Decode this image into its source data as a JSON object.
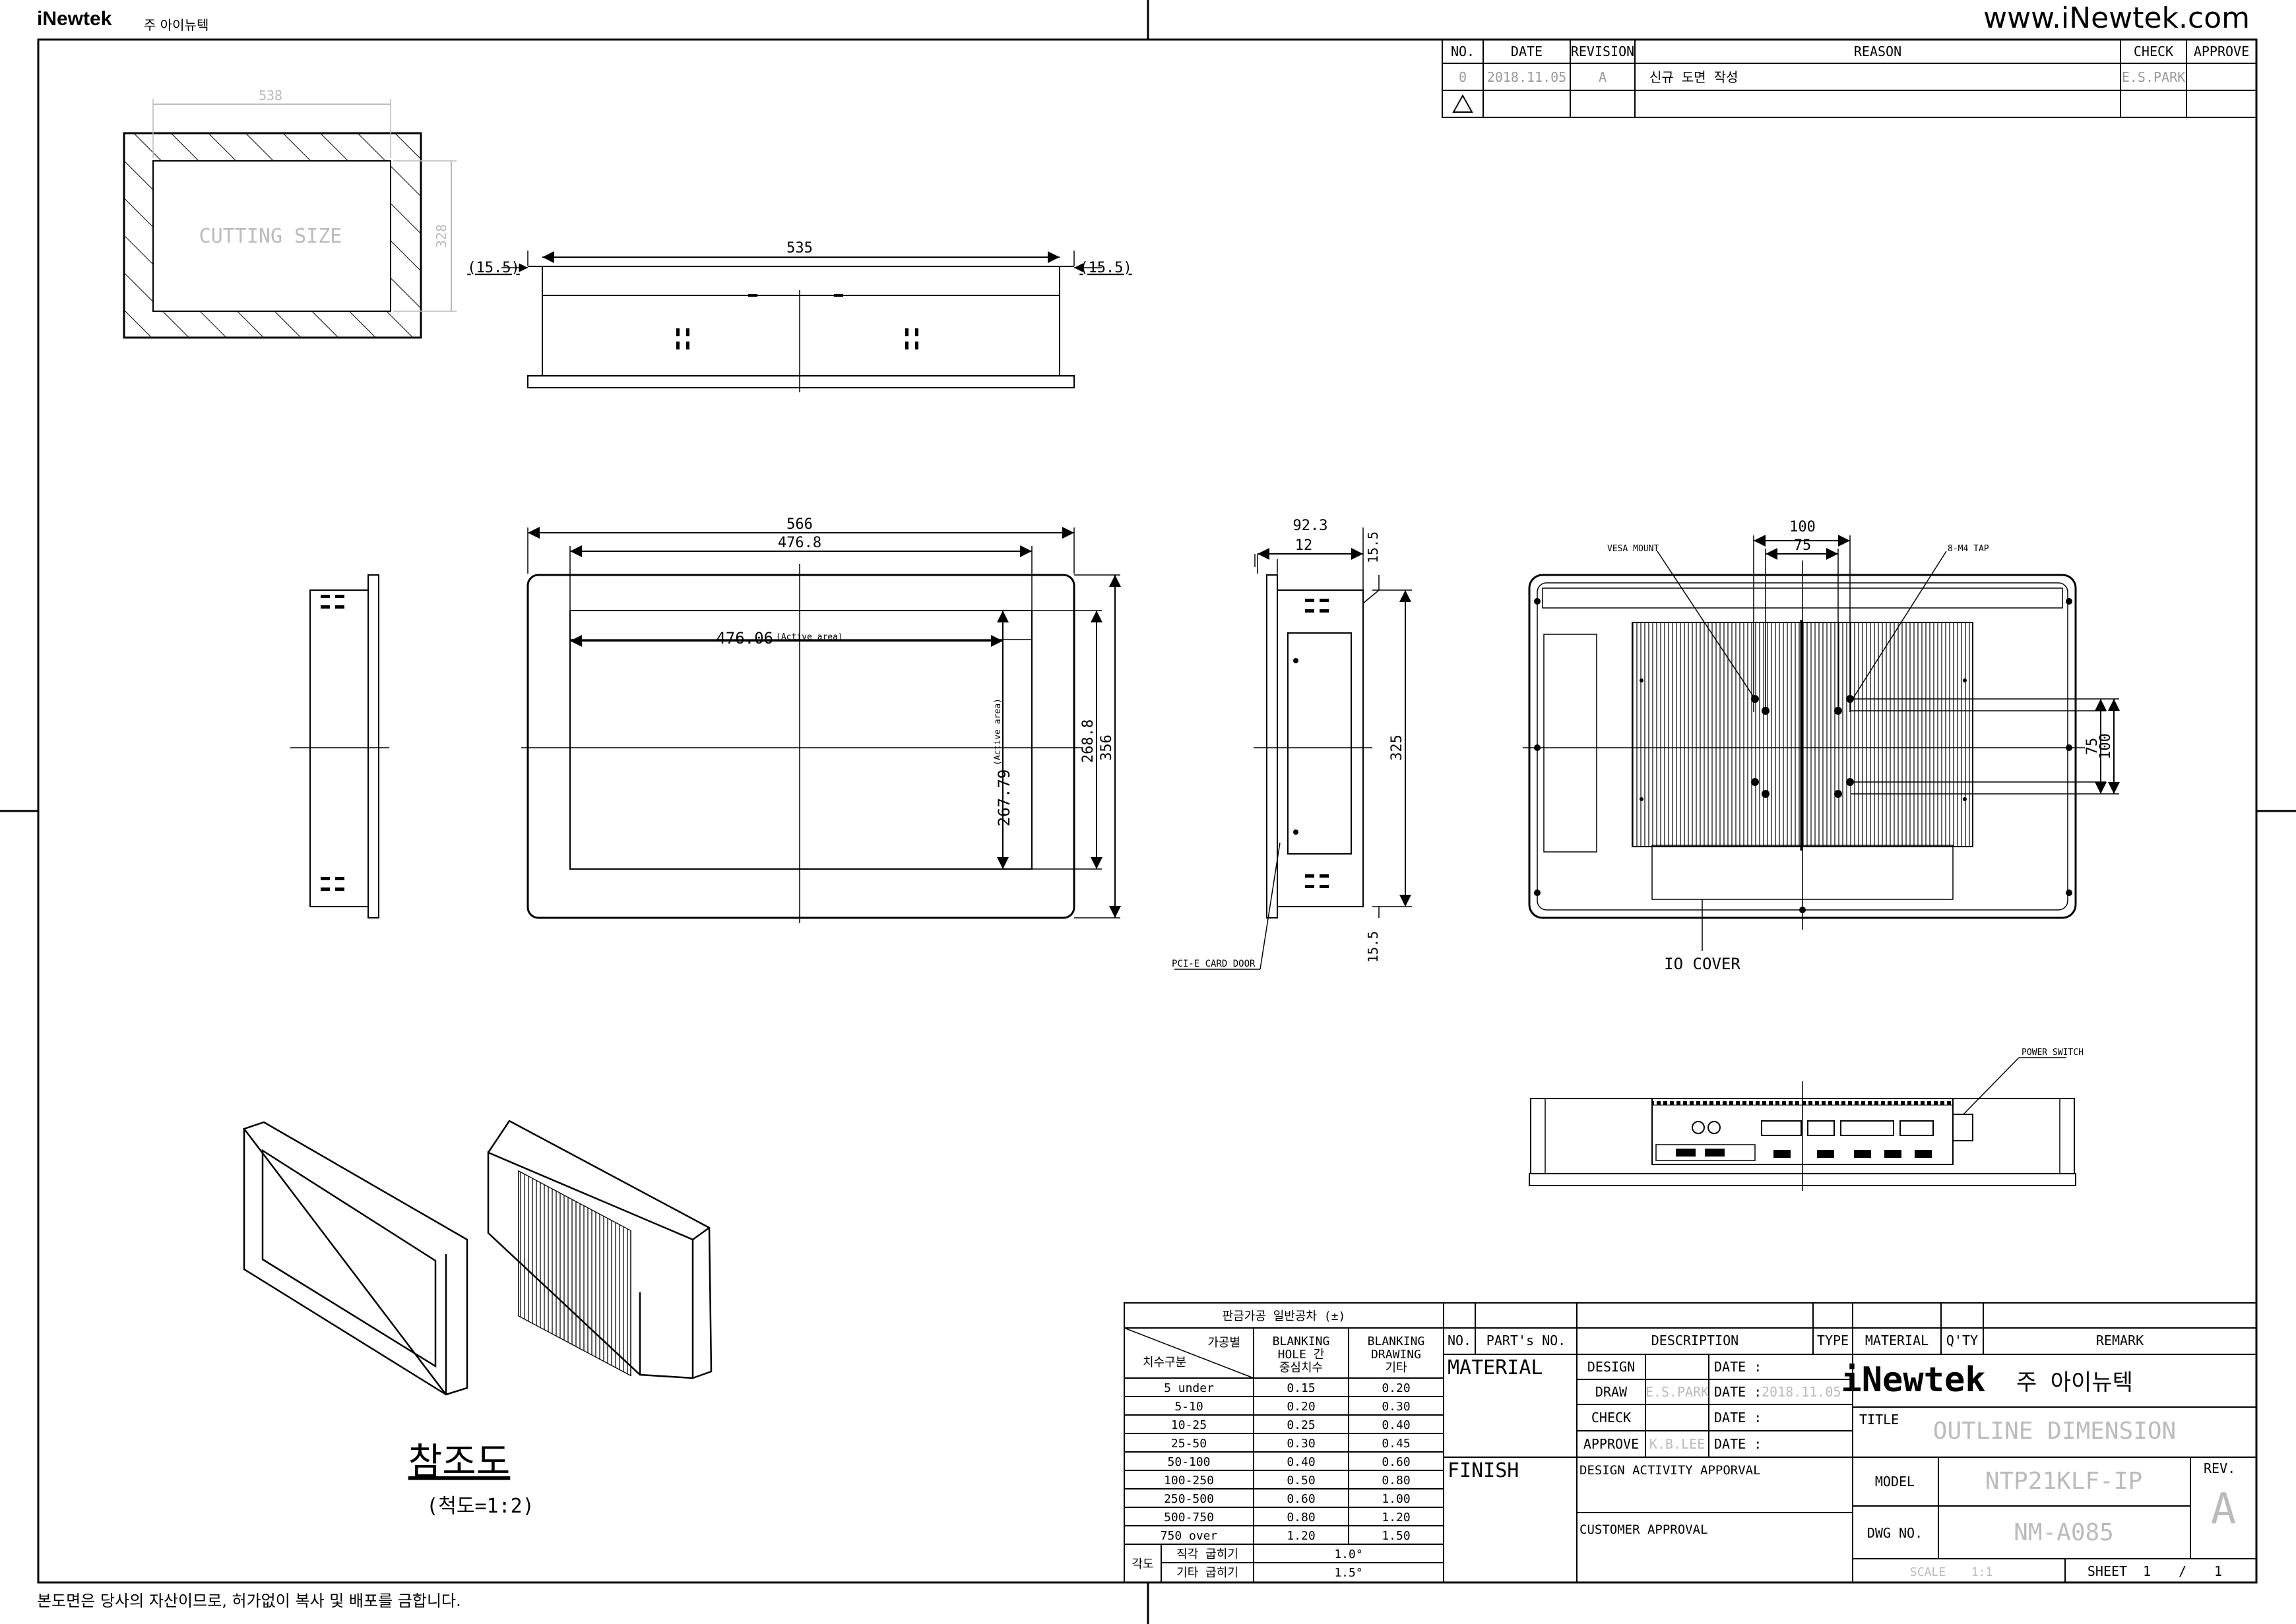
{
  "header": {
    "logo": "iNewtek",
    "company_kr": "주 아이뉴텍",
    "url": "www.iNewtek.com"
  },
  "revision_table": {
    "headers": [
      "NO.",
      "DATE",
      "REVISION",
      "REASON",
      "CHECK",
      "APPROVE"
    ],
    "rows": [
      {
        "no": "0",
        "date": "2018.11.05",
        "revision": "A",
        "reason": "신규 도면 작성",
        "check": "E.S.PARK",
        "approve": ""
      }
    ]
  },
  "drawing_labels": {
    "cutting_size": "CUTTING SIZE",
    "dim_538": "538",
    "dim_328": "328",
    "dim_535": "535",
    "dim_155_left": "(15.5)",
    "dim_155_right": "(15.5)",
    "dim_566": "566",
    "dim_4768": "476.8",
    "dim_47606": "476.06",
    "active_area_h": "(Active area)",
    "dim_26779": "267.79",
    "active_area_v": "(Active area)",
    "dim_2688": "268.8",
    "dim_356": "356",
    "dim_923": "92.3",
    "dim_12": "12",
    "dim_155_top": "15.5",
    "dim_325": "325",
    "dim_155_bottom": "15.5",
    "pcie_door": "PCI-E CARD DOOR",
    "vesa_mount": "VESA MOUNT",
    "m4_tap": "8-M4 TAP",
    "dim_100_top": "100",
    "dim_75_top": "75",
    "dim_75_right": "75",
    "dim_100_right": "100",
    "io_cover": "IO COVER",
    "power_switch": "POWER SWITCH",
    "reference_title": "참조도",
    "reference_scale": "(척도=1:2)"
  },
  "tolerance_table": {
    "title": "판금가공 일반공차 (±)",
    "corner_top": "가공별",
    "corner_bottom": "치수구분",
    "col1": [
      "BLANKING",
      "HOLE 간",
      "중심치수"
    ],
    "col2": [
      "BLANKING",
      "DRAWING",
      "기타"
    ],
    "rows": [
      {
        "range": "5 under",
        "a": "0.15",
        "b": "0.20"
      },
      {
        "range": "5-10",
        "a": "0.20",
        "b": "0.30"
      },
      {
        "range": "10-25",
        "a": "0.25",
        "b": "0.40"
      },
      {
        "range": "25-50",
        "a": "0.30",
        "b": "0.45"
      },
      {
        "range": "50-100",
        "a": "0.40",
        "b": "0.60"
      },
      {
        "range": "100-250",
        "a": "0.50",
        "b": "0.80"
      },
      {
        "range": "250-500",
        "a": "0.60",
        "b": "1.00"
      },
      {
        "range": "500-750",
        "a": "0.80",
        "b": "1.20"
      },
      {
        "range": "750 over",
        "a": "1.20",
        "b": "1.50"
      }
    ],
    "angle_label": "각도",
    "angle_rows": [
      {
        "label": "직각 굽히기",
        "value": "1.0°"
      },
      {
        "label": "기타 굽히기",
        "value": "1.5°"
      }
    ]
  },
  "title_block": {
    "headers": [
      "NO.",
      "PART's NO.",
      "DESCRIPTION",
      "TYPE",
      "MATERIAL",
      "Q'TY",
      "REMARK"
    ],
    "material_label": "MATERIAL",
    "finish_label": "FINISH",
    "design_label": "DESIGN",
    "draw_label": "DRAW",
    "draw_name": "E.S.PARK",
    "check_label": "CHECK",
    "approve_label": "APPROVE",
    "approve_name": "K.B.LEE",
    "date_label": "DATE :",
    "draw_date": "2018.11.05",
    "design_activity": "DESIGN ACTIVITY APPORVAL",
    "customer_approval": "CUSTOMER APPROVAL",
    "logo": "iNewtek",
    "company_kr": "주 아이뉴텍",
    "title_label": "TITLE",
    "title_value": "OUTLINE DIMENSION",
    "model_label": "MODEL",
    "model_value": "NTP21KLF-IP",
    "dwg_label": "DWG NO.",
    "dwg_value": "NM-A085",
    "rev_label": "REV.",
    "rev_value": "A",
    "scale_label": "SCALE",
    "scale_value": "1:1",
    "sheet_label": "SHEET",
    "sheet_value": "1",
    "sheet_sep": "/",
    "sheet_total": "1"
  },
  "footer": {
    "note": "본도면은 당사의 자산이므로, 허가없이 복사 및 배포를 금합니다."
  }
}
